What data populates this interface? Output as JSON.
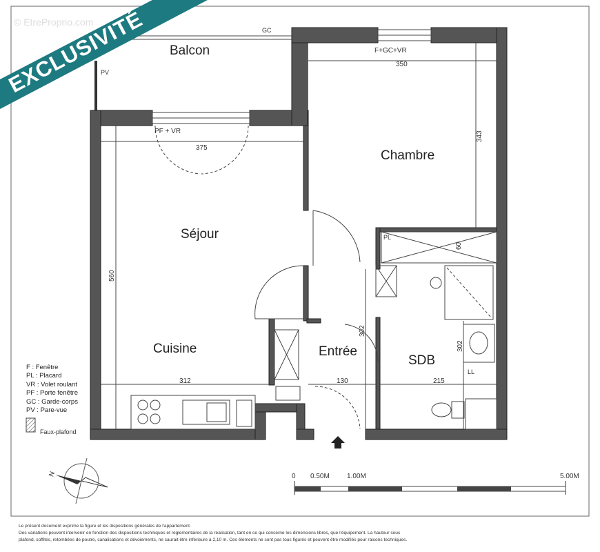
{
  "banner": {
    "label": "EXCLUSIVITÉ",
    "color": "#1d7a80"
  },
  "watermark": "© EtreProprio.com",
  "rooms": {
    "balcon": "Balcon",
    "chambre": "Chambre",
    "sejour": "Séjour",
    "cuisine": "Cuisine",
    "entree": "Entrée",
    "sdb": "SDB"
  },
  "annotations": {
    "gc": "GC",
    "pv": "PV",
    "chambre_window": "F+GC+VR",
    "sejour_window": "PF + VR",
    "pl": "PL",
    "ll": "LL"
  },
  "dimensions": {
    "chambre_width": "350",
    "chambre_depth": "343",
    "sejour_width": "375",
    "sejour_depth": "560",
    "placard_depth": "60",
    "cuisine_width": "312",
    "entree_width": "130",
    "entree_depth": "302",
    "sdb_width": "215",
    "sdb_depth": "302"
  },
  "legend": [
    "F : Fenêtre",
    "PL : Placard",
    "VR : Volet roulant",
    "PF : Porte fenêtre",
    "GC : Garde-corps",
    "PV : Pare-vue"
  ],
  "legend_hatch": "Faux-plafond",
  "scale": {
    "labels": [
      "0",
      "0.50M",
      "1.00M",
      "5.00M"
    ]
  },
  "footer": [
    "Le présent document exprime la figure et les dispositions générales de l'appartement.",
    "Des variations peuvent intervenir en fonction des dispositions techniques et réglementaires de la réalisation, tant en ce qui concerne les dimensions libres, que l'équipement. La hauteur sous",
    "plafond, soffites, retombées de poutre, canalisations et dévoiements, ne saurait être inférieure à 2,10 m. Ces éléments ne sont pas tous figurés et peuvent être modifiés pour raisons techniques."
  ]
}
